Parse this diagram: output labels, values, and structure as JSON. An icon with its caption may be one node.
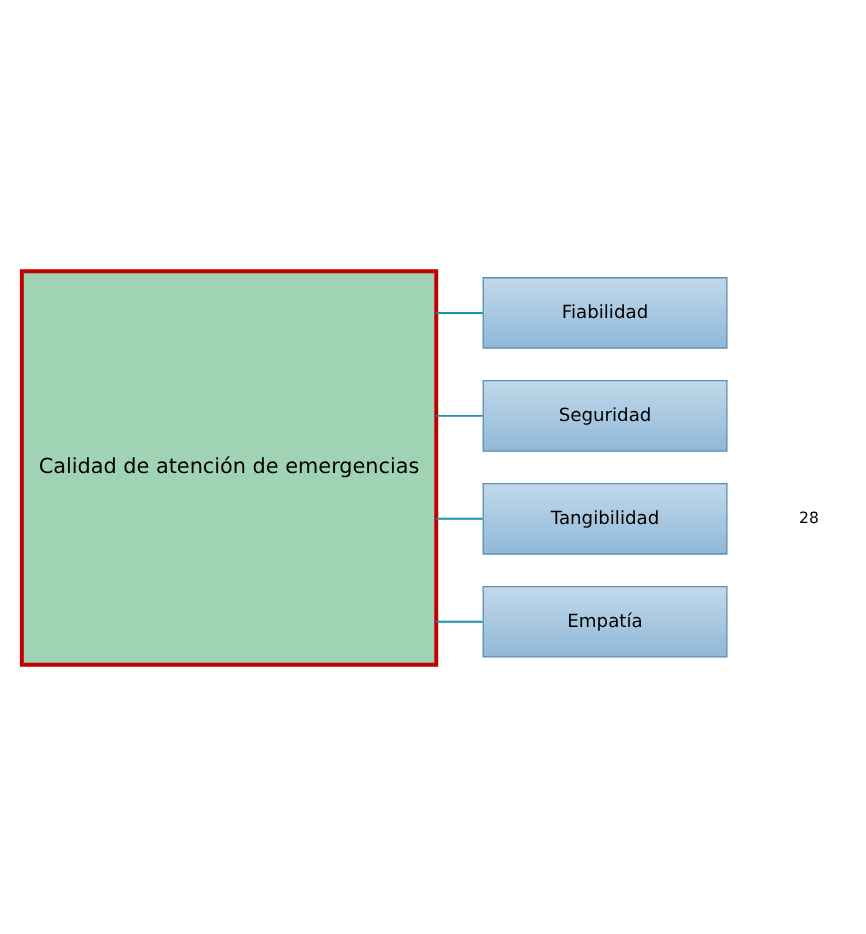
{
  "diagram": {
    "nodes": [
      {
        "text": [
          "Calidad de atención de emergencias"
        ]
      },
      {
        "text": [
          "Fiabilidad"
        ]
      },
      {
        "text": [
          "Seguridad"
        ]
      },
      {
        "text": [
          "Tangibilidad"
        ]
      },
      {
        "text": [
          "Empatía"
        ]
      }
    ],
    "edges": [
      {
        "from": 0,
        "to": 1,
        "arrow": "none"
      },
      {
        "from": 0,
        "to": 2,
        "arrow": "none"
      },
      {
        "from": 0,
        "to": 3,
        "arrow": "none"
      },
      {
        "from": 0,
        "to": 4,
        "arrow": "none"
      }
    ],
    "labels": [
      "28"
    ]
  }
}
